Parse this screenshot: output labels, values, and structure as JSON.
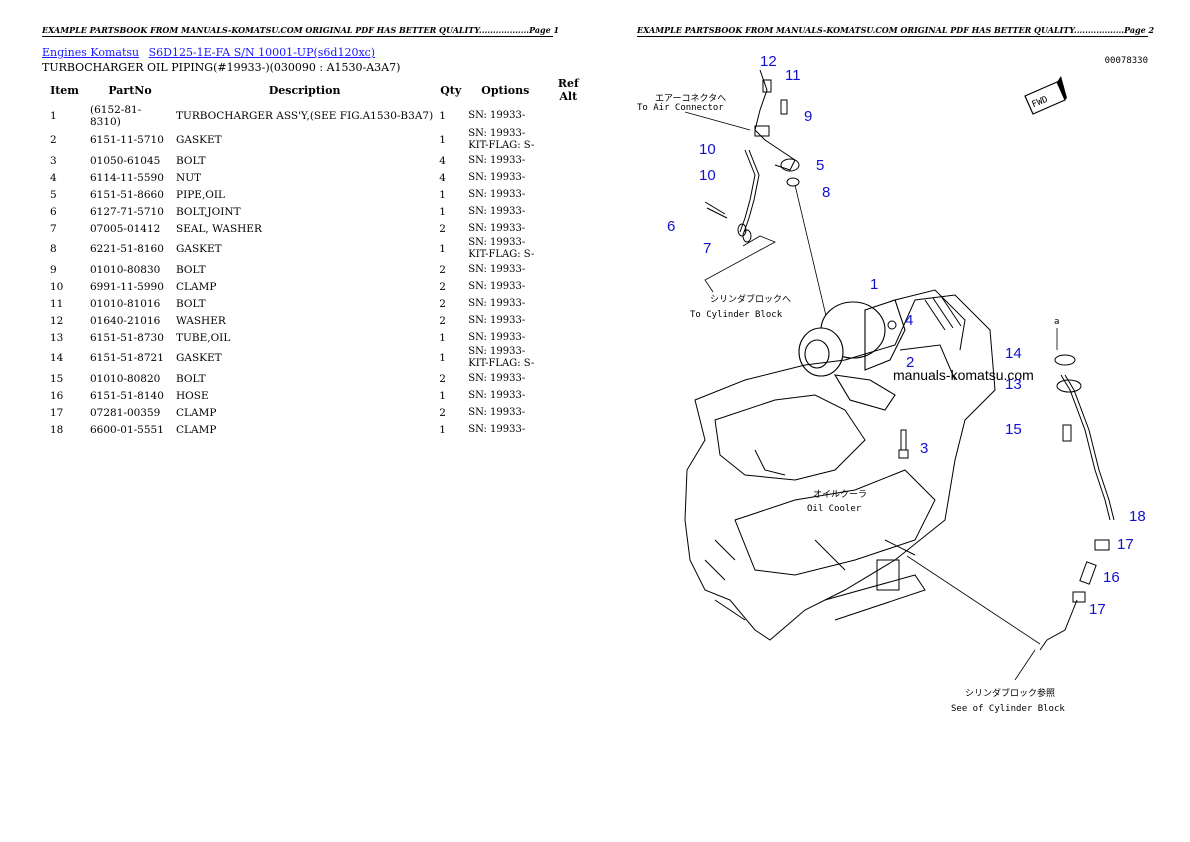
{
  "page1": {
    "header": "EXAMPLE PARTSBOOK FROM MANUALS-KOMATSU.COM ORIGINAL PDF HAS BETTER QUALITY..................Page 1",
    "breadcrumb": [
      "Engines Komatsu",
      "S6D125-1E-FA S/N 10001-UP(s6d120xc)"
    ],
    "title": "TURBOCHARGER OIL PIPING(#19933-)(030090 : A1530-A3A7)",
    "columns": [
      "Item",
      "PartNo",
      "Description",
      "Qty",
      "Options",
      "Ref Alt"
    ],
    "rows": [
      {
        "item": "1",
        "partno": "(6152-81-8310)",
        "desc": "TURBOCHARGER ASS'Y,(SEE FIG.A1530-B3A7)",
        "qty": "1",
        "opt1": "SN: 19933-",
        "opt2": ""
      },
      {
        "item": "2",
        "partno": "6151-11-5710",
        "desc": "GASKET",
        "qty": "1",
        "opt1": "SN: 19933-",
        "opt2": "KIT-FLAG: S-"
      },
      {
        "item": "3",
        "partno": "01050-61045",
        "desc": "BOLT",
        "qty": "4",
        "opt1": "SN: 19933-",
        "opt2": ""
      },
      {
        "item": "4",
        "partno": "6114-11-5590",
        "desc": "NUT",
        "qty": "4",
        "opt1": "SN: 19933-",
        "opt2": ""
      },
      {
        "item": "5",
        "partno": "6151-51-8660",
        "desc": "PIPE,OIL",
        "qty": "1",
        "opt1": "SN: 19933-",
        "opt2": ""
      },
      {
        "item": "6",
        "partno": "6127-71-5710",
        "desc": "BOLT,JOINT",
        "qty": "1",
        "opt1": "SN: 19933-",
        "opt2": ""
      },
      {
        "item": "7",
        "partno": "07005-01412",
        "desc": "SEAL, WASHER",
        "qty": "2",
        "opt1": "SN: 19933-",
        "opt2": ""
      },
      {
        "item": "8",
        "partno": "6221-51-8160",
        "desc": "GASKET",
        "qty": "1",
        "opt1": "SN: 19933-",
        "opt2": "KIT-FLAG: S-"
      },
      {
        "item": "9",
        "partno": "01010-80830",
        "desc": "BOLT",
        "qty": "2",
        "opt1": "SN: 19933-",
        "opt2": ""
      },
      {
        "item": "10",
        "partno": "6991-11-5990",
        "desc": "CLAMP",
        "qty": "2",
        "opt1": "SN: 19933-",
        "opt2": ""
      },
      {
        "item": "11",
        "partno": "01010-81016",
        "desc": "BOLT",
        "qty": "2",
        "opt1": "SN: 19933-",
        "opt2": ""
      },
      {
        "item": "12",
        "partno": "01640-21016",
        "desc": "WASHER",
        "qty": "2",
        "opt1": "SN: 19933-",
        "opt2": ""
      },
      {
        "item": "13",
        "partno": "6151-51-8730",
        "desc": "TUBE,OIL",
        "qty": "1",
        "opt1": "SN: 19933-",
        "opt2": ""
      },
      {
        "item": "14",
        "partno": "6151-51-8721",
        "desc": "GASKET",
        "qty": "1",
        "opt1": "SN: 19933-",
        "opt2": "KIT-FLAG: S-"
      },
      {
        "item": "15",
        "partno": "01010-80820",
        "desc": "BOLT",
        "qty": "2",
        "opt1": "SN: 19933-",
        "opt2": ""
      },
      {
        "item": "16",
        "partno": "6151-51-8140",
        "desc": "HOSE",
        "qty": "1",
        "opt1": "SN: 19933-",
        "opt2": ""
      },
      {
        "item": "17",
        "partno": "07281-00359",
        "desc": "CLAMP",
        "qty": "2",
        "opt1": "SN: 19933-",
        "opt2": ""
      },
      {
        "item": "18",
        "partno": "6600-01-5551",
        "desc": "CLAMP",
        "qty": "1",
        "opt1": "SN: 19933-",
        "opt2": ""
      }
    ]
  },
  "page2": {
    "header": "EXAMPLE PARTSBOOK FROM MANUALS-KOMATSU.COM ORIGINAL PDF HAS BETTER QUALITY..................Page 2",
    "figure_number": "00078330",
    "fwd_label": "FWD",
    "air_connector_jp": "エアーコネクタへ",
    "air_connector_en": "To Air Connector",
    "cyl_block_jp": "シリンダブロックへ",
    "cyl_block_en": "To Cylinder Block",
    "oil_cooler_jp": "オイルクーラ",
    "oil_cooler_en": "Oil Cooler",
    "see_cyl_jp": "シリンダブロック参照",
    "see_cyl_en": "See of Cylinder Block",
    "detail_letter": "a",
    "watermark": "manuals-komatsu.com",
    "callouts": [
      "12",
      "11",
      "9",
      "10",
      "5",
      "10",
      "8",
      "6",
      "7",
      "1",
      "4",
      "2",
      "3",
      "14",
      "13",
      "15",
      "18",
      "17",
      "16",
      "17"
    ]
  }
}
